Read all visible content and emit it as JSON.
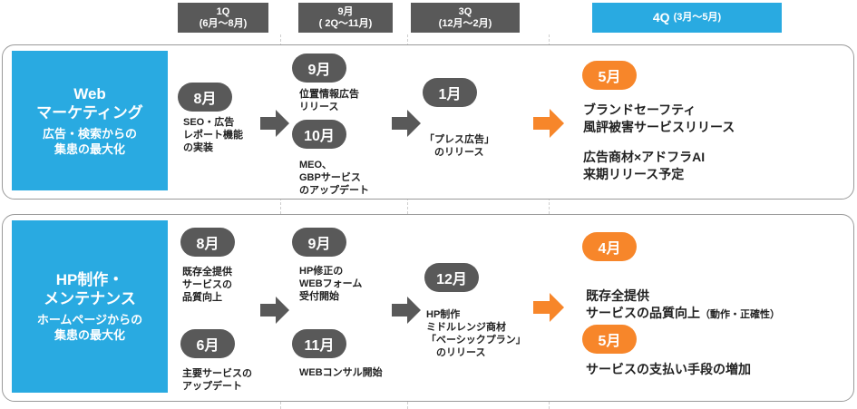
{
  "quarters": [
    {
      "line1": "1Q",
      "line2": "(6月～8月)"
    },
    {
      "line1": "9月",
      "line2": "( 2Q～11月)"
    },
    {
      "line1": "3Q",
      "line2": "(12月～2月)"
    },
    {
      "line1": "4Q",
      "line2": "(3月～5月)"
    }
  ],
  "rows": [
    {
      "title_line1": "Web",
      "title_line2": "マーケティング",
      "sub_line1": "広告・検索からの",
      "sub_line2": "集患の最大化",
      "items": [
        {
          "month": "8月",
          "text": "SEO・広告\nレポート機能\nの実装"
        },
        {
          "month": "9月",
          "text": "位置情報広告\nリリース"
        },
        {
          "month": "10月",
          "text": "MEO、\nGBPサービス\nのアップデート"
        },
        {
          "month": "1月",
          "text": "「プレス広告」\n　のリリース"
        },
        {
          "month": "5月",
          "text": "ブランドセーフティ\n風評被害サービスリリース",
          "text2": "広告商材×アドフラAI\n来期リリース予定"
        }
      ]
    },
    {
      "title_line1": "HP制作・",
      "title_line2": "メンテナンス",
      "sub_line1": "ホームページからの",
      "sub_line2": "集患の最大化",
      "items": [
        {
          "month": "8月",
          "text": "既存全提供\nサービスの\n品質向上"
        },
        {
          "month": "6月",
          "text": "主要サービスの\nアップデート"
        },
        {
          "month": "9月",
          "text": "HP修正の\nWEBフォーム\n受付開始"
        },
        {
          "month": "11月",
          "text": "WEBコンサル開始"
        },
        {
          "month": "12月",
          "text": "HP制作\nミドルレンジ商材\n「ベーシックプラン」\n　のリリース"
        },
        {
          "month": "4月",
          "text_a": "既存全提供\nサービスの品質向上",
          "text_b": "（動作・正確性）"
        },
        {
          "month": "5月",
          "text": "サービスの支払い手段の増加"
        }
      ]
    }
  ],
  "colors": {
    "accent_blue": "#29aae1",
    "pill_gray": "#595959",
    "accent_orange": "#f7862a",
    "arrow_gray": "#595959"
  }
}
